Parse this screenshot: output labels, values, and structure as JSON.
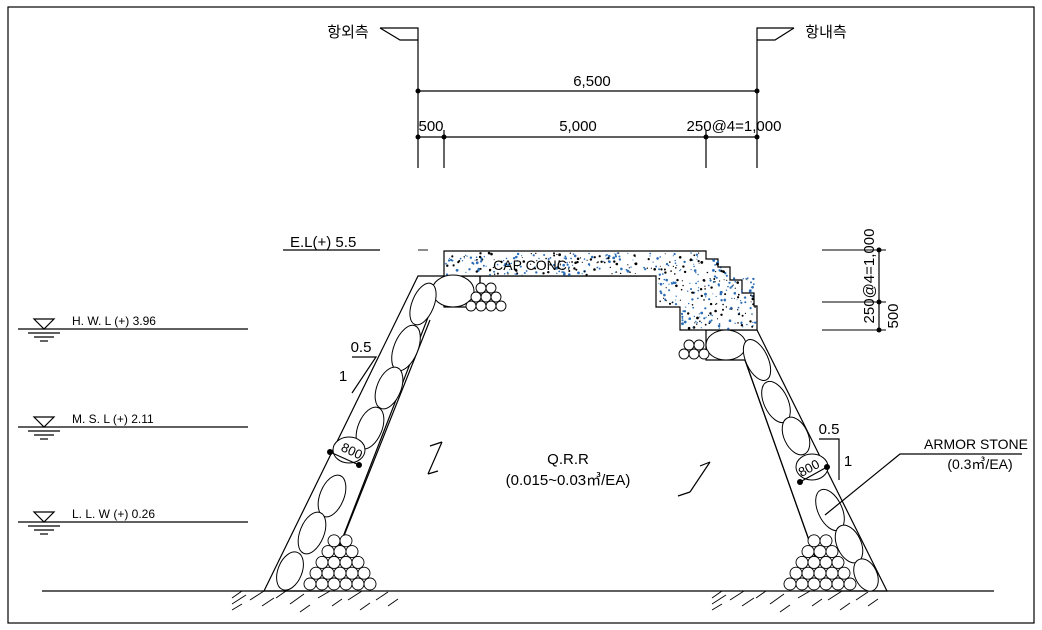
{
  "labels": {
    "seaward": "항외측",
    "harborward": "항내측",
    "total_width": "6,500",
    "dim_left": "500",
    "dim_mid": "5,000",
    "dim_right": "250@4=1,000",
    "el_label": "E.L(+) 5.5",
    "cap_label": "CAP CONC",
    "vert_dim_top": "250@4=1,000",
    "vert_dim_bottom": "500",
    "hwl": "H. W. L    (+) 3.96",
    "msl": "M. S. L    (+) 2.11",
    "llw": "L. L. W    (+) 0.26",
    "slope_left_run": "0.5",
    "slope_left_rise": "1",
    "slope_right_run": "0.5",
    "slope_right_rise": "1",
    "armor_left": "800",
    "armor_right": "800",
    "core_title": "Q.R.R",
    "core_spec": "(0.015~0.03㎥/EA)",
    "armor_title": "ARMOR STONE",
    "armor_spec": "(0.3㎥/EA)"
  },
  "colors": {
    "line": "#000000",
    "concrete_speck": "#2a6db5"
  }
}
